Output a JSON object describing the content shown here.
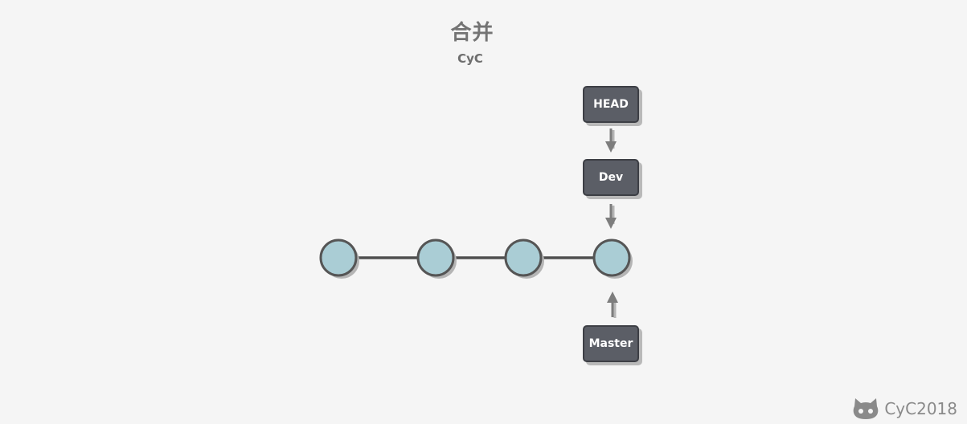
{
  "header": {
    "title": "合并",
    "subtitle": "CyC"
  },
  "pointers": {
    "head": "HEAD",
    "dev": "Dev",
    "master": "Master"
  },
  "commits": [
    {
      "id": 1
    },
    {
      "id": 2
    },
    {
      "id": 3
    },
    {
      "id": 4
    }
  ],
  "watermark": {
    "text": "CyC2018",
    "icon": "github-octocat-icon"
  },
  "colors": {
    "background": "#f5f5f5",
    "commit_fill": "#aacdd5",
    "commit_stroke": "#555555",
    "pointer_fill": "#5b5e66",
    "arrow": "#7d7d7d"
  }
}
